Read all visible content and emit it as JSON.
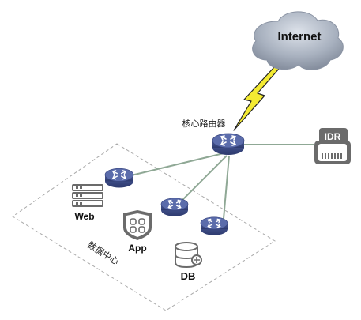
{
  "internet": {
    "label": "Internet"
  },
  "core_router": {
    "label": "核心路由器"
  },
  "idr": {
    "label": "IDR"
  },
  "datacenter": {
    "label": "数据中心"
  },
  "servers": {
    "web": {
      "label": "Web"
    },
    "app": {
      "label": "App"
    },
    "db": {
      "label": "DB"
    }
  },
  "colors": {
    "router_body": "#3f4f8a",
    "router_top": "#5a6cae",
    "router_arrow": "#ffffff",
    "cloud_fill": "#9aa4b4",
    "link_line": "#8fa895",
    "lightning_fill": "#f3ea32",
    "lightning_stroke": "#222222",
    "dashed_border": "#aaaaaa",
    "icon_gray": "#6b6b6b"
  }
}
